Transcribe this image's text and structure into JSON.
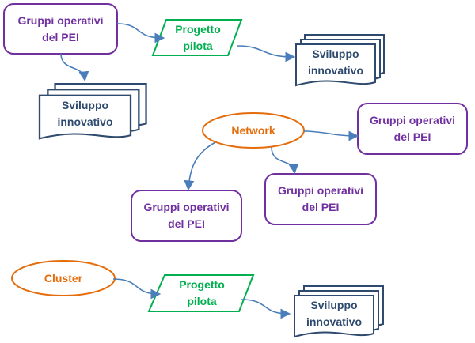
{
  "colors": {
    "group": "#7030a0",
    "pilot": "#00b050",
    "dev": "#2e4a6e",
    "hub": "#e46c0a",
    "arrow": "#4a7ebb"
  },
  "nodes": {
    "gruppi_top": {
      "line1": "Gruppi operativi",
      "line2": "del PEI"
    },
    "progetto_top": {
      "line1": "Progetto",
      "line2": "pilota"
    },
    "sviluppo_top_right": {
      "line1": "Sviluppo",
      "line2": "innovativo"
    },
    "sviluppo_top_left": {
      "line1": "Sviluppo",
      "line2": "innovativo"
    },
    "network": {
      "label": "Network"
    },
    "gruppi_right": {
      "line1": "Gruppi operativi",
      "line2": "del PEI"
    },
    "gruppi_mid_right": {
      "line1": "Gruppi operativi",
      "line2": "del PEI"
    },
    "gruppi_mid_left": {
      "line1": "Gruppi operativi",
      "line2": "del PEI"
    },
    "cluster": {
      "label": "Cluster"
    },
    "progetto_bottom": {
      "line1": "Progetto",
      "line2": "pilota"
    },
    "sviluppo_bottom": {
      "line1": "Sviluppo",
      "line2": "innovativo"
    }
  }
}
